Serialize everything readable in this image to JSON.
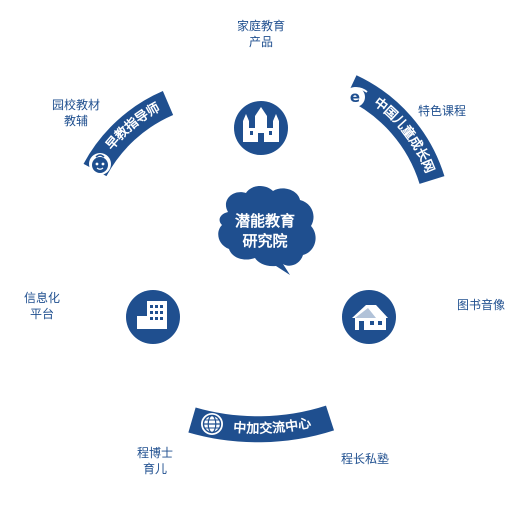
{
  "diagram": {
    "center": {
      "line1": "潜能教育",
      "line2": "研究院"
    },
    "arcs": {
      "left": "早教指导师",
      "right": "中国儿童成长网",
      "bottom": "中加交流中心"
    },
    "labels": {
      "top": {
        "line1": "家庭教育",
        "line2": "产品"
      },
      "top_left": {
        "line1": "园校教材",
        "line2": "教辅"
      },
      "top_right": {
        "line1": "特色课程"
      },
      "mid_left": {
        "line1": "信息化",
        "line2": "平台"
      },
      "mid_right": {
        "line1": "图书音像"
      },
      "bottom_left": {
        "line1": "程博士",
        "line2": "育儿"
      },
      "bottom_right": {
        "line1": "程长私塾"
      }
    },
    "icons": {
      "castle": "castle-icon",
      "building": "office-building-icon",
      "house": "house-icon",
      "globe": "globe-icon",
      "baby": "baby-face-icon",
      "ie": "ie-logo-icon"
    },
    "colors": {
      "primary": "#1f4f8f",
      "text": "#1f4f8f",
      "background": "#ffffff"
    }
  }
}
